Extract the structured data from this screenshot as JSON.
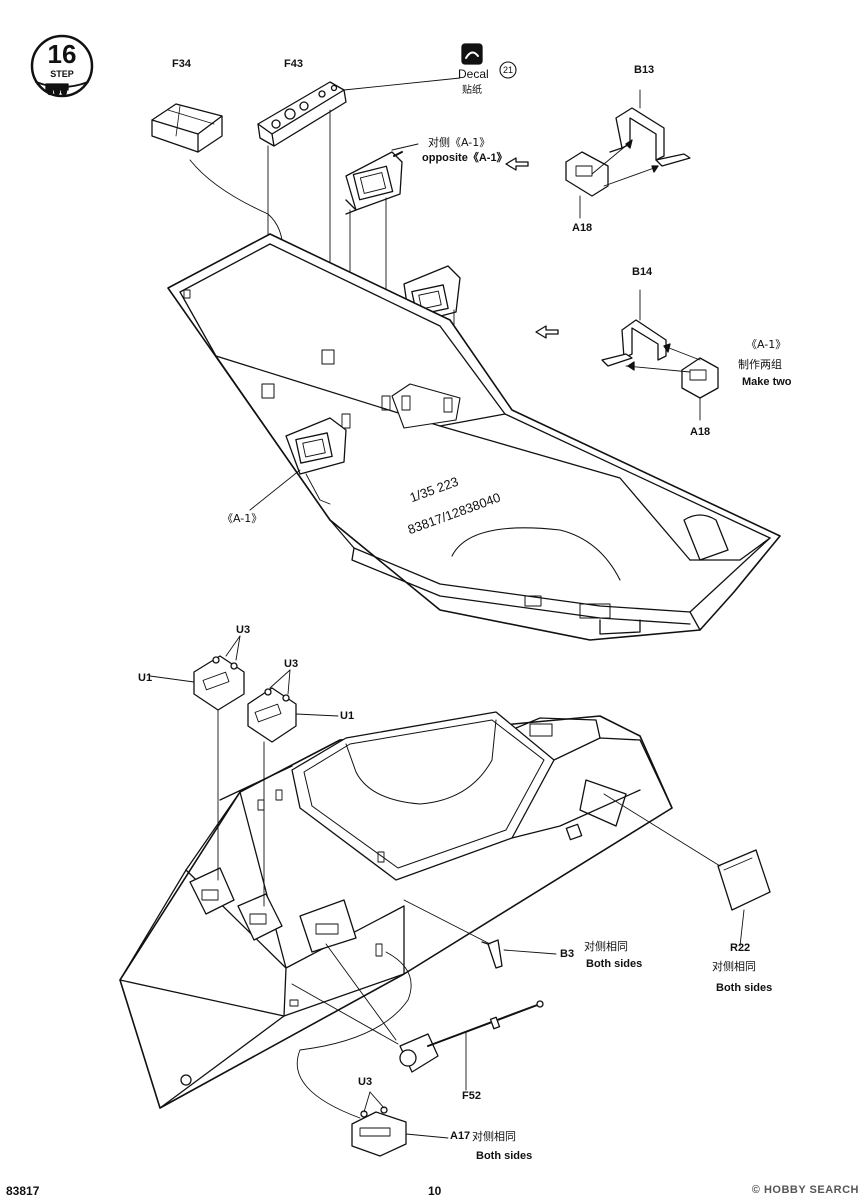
{
  "step": {
    "number": "16",
    "word": "STEP"
  },
  "decal": {
    "label": "Decal",
    "cn": "贴纸",
    "number": "21"
  },
  "parts": {
    "f34": "F34",
    "f43": "F43",
    "b13": "B13",
    "b14": "B14",
    "a18_top": "A18",
    "a18_mid": "A18",
    "u1_left": "U1",
    "u1_right": "U1",
    "u3_a": "U3",
    "u3_b": "U3",
    "u3_c": "U3",
    "b3": "B3",
    "r22": "R22",
    "f52": "F52",
    "a17": "A17"
  },
  "notes": {
    "opposite_cn": "对侧《A-1》",
    "opposite_en": "opposite《A-1》",
    "a1_cn": "《A-1》",
    "make_two_cn": "制作两组",
    "make_two_en": "Make two",
    "a1_left": "《A-1》",
    "both_cn_b3": "对侧相同",
    "both_en_b3": "Both sides",
    "both_cn_r22": "对侧相同",
    "both_en_r22": "Both sides",
    "both_cn_a17": "对侧相同",
    "both_en_a17": "Both sides"
  },
  "hull_stamp": {
    "line1": "1/35 223",
    "line2": "83817/12838040"
  },
  "footer": {
    "code": "83817",
    "page": "10"
  },
  "watermark": "© HOBBY SEARCH"
}
